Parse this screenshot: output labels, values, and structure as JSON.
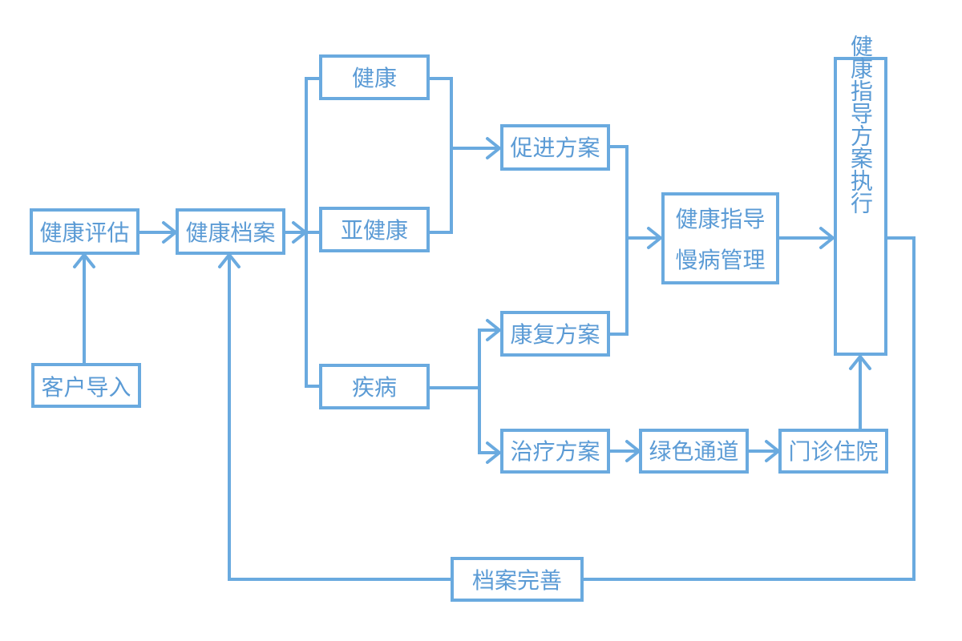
{
  "colors": {
    "stroke": "#6aaadf",
    "text": "#5b9bd5",
    "background": "#ffffff"
  },
  "nodes": {
    "customer_import": "客户导入",
    "health_assessment": "健康评估",
    "health_record": "健康档案",
    "healthy": "健康",
    "sub_healthy": "亚健康",
    "disease": "疾病",
    "promotion_plan": "促进方案",
    "rehab_plan": "康复方案",
    "treatment_plan": "治疗方案",
    "green_channel": "绿色通道",
    "outpatient_inpatient": "门诊住院",
    "guidance_line1": "健康指导",
    "guidance_line2": "慢病管理",
    "execution": "健康指导方案执行",
    "record_improvement": "档案完善"
  }
}
